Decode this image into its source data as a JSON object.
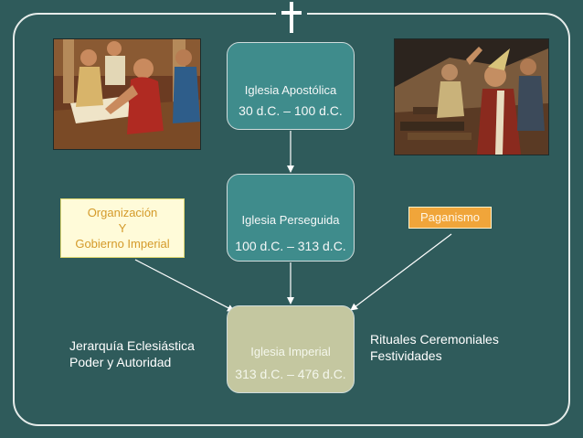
{
  "header": {
    "symbol": "✝"
  },
  "timeline": [
    {
      "name": "Iglesia Apostólica",
      "dates": "30 d.C. – 100 d.C."
    },
    {
      "name": "Iglesia Perseguida",
      "dates": "100 d.C. – 313 d.C."
    },
    {
      "name": "Iglesia Imperial",
      "dates": "313 d.C. – 476 d.C."
    }
  ],
  "influences": {
    "left": {
      "lines": [
        "Organización",
        "Y",
        "Gobierno Imperial"
      ]
    },
    "right": {
      "label": "Paganismo"
    }
  },
  "results": {
    "left": [
      "Jerarquía Eclesiástica",
      "Poder y Autoridad"
    ],
    "right": [
      "Rituales Ceremoniales",
      "Festividades"
    ]
  },
  "colors": {
    "background": "#2f5b5b",
    "frame": "#e6ecea",
    "box_teal": "#3f8c8c",
    "box_khaki": "#c4c7a0",
    "org_fill": "#fffbd9",
    "org_text": "#d49a2a",
    "paganismo_fill": "#f0a53a"
  }
}
